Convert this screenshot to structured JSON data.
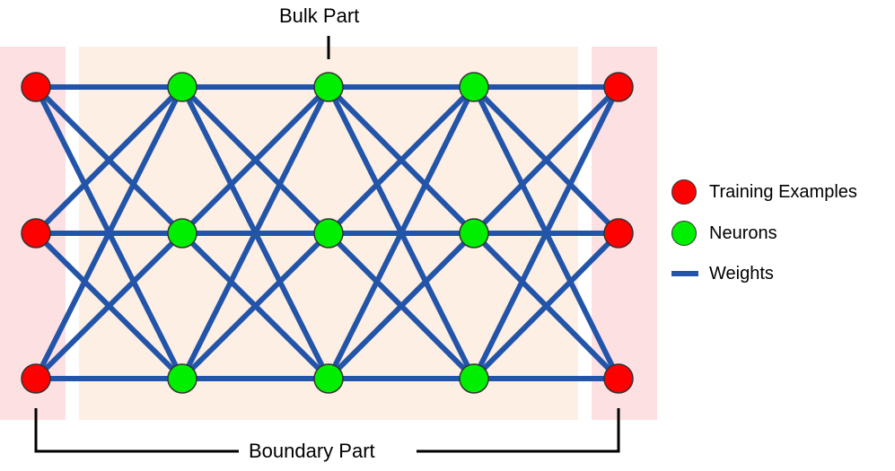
{
  "labels": {
    "bulk": "Bulk Part",
    "boundary": "Boundary Part"
  },
  "legend": {
    "training": "Training Examples",
    "neurons": "Neurons",
    "weights": "Weights"
  },
  "colors": {
    "training_node": "#ff0000",
    "neuron_node": "#00ee00",
    "weight_edge": "#2255aa",
    "boundary_region": "#fde0e2",
    "bulk_region": "#fdefe3"
  },
  "network": {
    "layers": [
      {
        "kind": "training",
        "count": 3
      },
      {
        "kind": "neuron",
        "count": 3
      },
      {
        "kind": "neuron",
        "count": 3
      },
      {
        "kind": "neuron",
        "count": 3
      },
      {
        "kind": "training",
        "count": 3
      }
    ],
    "connectivity": "fully-connected between adjacent layers"
  }
}
